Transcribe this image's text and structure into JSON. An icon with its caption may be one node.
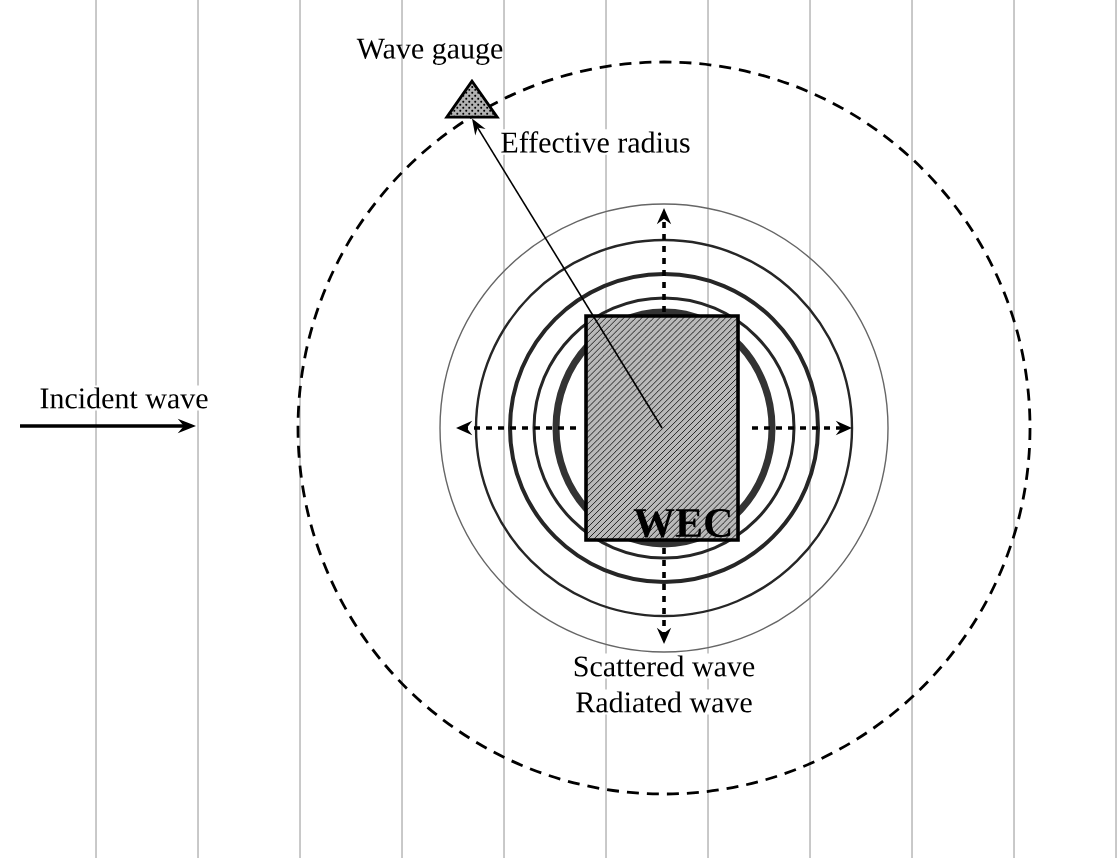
{
  "diagram": {
    "nodes": [
      {
        "text": [
          "WEC"
        ]
      },
      {
        "text": [
          "Wave gauge"
        ]
      }
    ],
    "edges": [
      {
        "from": 0,
        "to": 1,
        "arrow": "to",
        "label": "Effective radius"
      }
    ],
    "labels": [
      "Incident wave",
      "Scattered wave",
      "Radiated wave"
    ]
  }
}
